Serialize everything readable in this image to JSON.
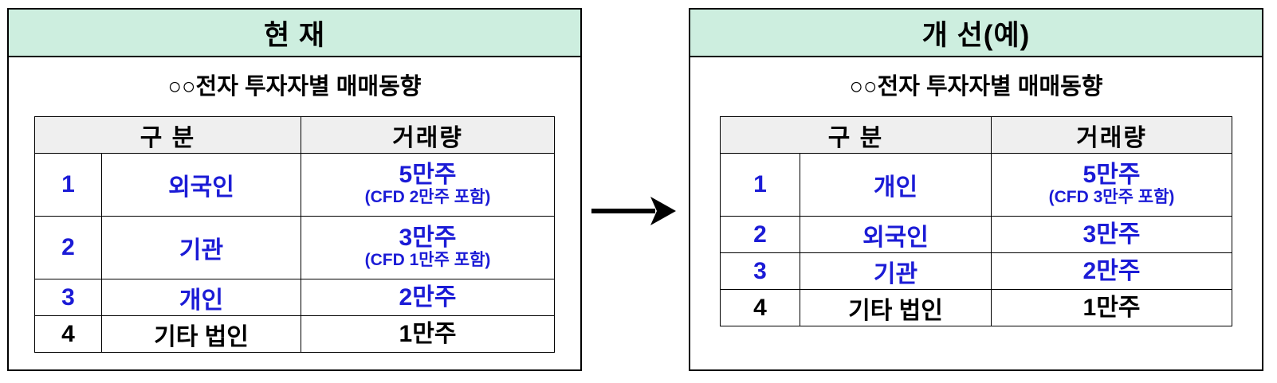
{
  "colors": {
    "header_green": "#CDEEDF",
    "table_header_gray": "#EFEFEF",
    "accent_blue": "#1B1BD6",
    "text_black": "#000000",
    "border": "#000000"
  },
  "arrow": {
    "icon": "right-arrow-icon",
    "direction": "right"
  },
  "panels": [
    {
      "id": "current",
      "header": "현 재",
      "subtitle": "○○전자 투자자별 매매동향",
      "table": {
        "columns": [
          "구  분",
          "거래량"
        ],
        "rows": [
          {
            "no": "1",
            "category": "외국인",
            "qty_main": "5만주",
            "qty_note": "(CFD 2만주 포함)",
            "emphasis": "blue"
          },
          {
            "no": "2",
            "category": "기관",
            "qty_main": "3만주",
            "qty_note": "(CFD 1만주 포함)",
            "emphasis": "blue"
          },
          {
            "no": "3",
            "category": "개인",
            "qty_main": "2만주",
            "qty_note": "",
            "emphasis": "blue"
          },
          {
            "no": "4",
            "category": "기타 법인",
            "qty_main": "1만주",
            "qty_note": "",
            "emphasis": "black"
          }
        ]
      }
    },
    {
      "id": "improved",
      "header": "개 선(예)",
      "subtitle": "○○전자 투자자별 매매동향",
      "table": {
        "columns": [
          "구  분",
          "거래량"
        ],
        "rows": [
          {
            "no": "1",
            "category": "개인",
            "qty_main": "5만주",
            "qty_note": "(CFD 3만주 포함)",
            "emphasis": "blue"
          },
          {
            "no": "2",
            "category": "외국인",
            "qty_main": "3만주",
            "qty_note": "",
            "emphasis": "blue"
          },
          {
            "no": "3",
            "category": "기관",
            "qty_main": "2만주",
            "qty_note": "",
            "emphasis": "blue"
          },
          {
            "no": "4",
            "category": "기타 법인",
            "qty_main": "1만주",
            "qty_note": "",
            "emphasis": "black"
          }
        ]
      }
    }
  ]
}
